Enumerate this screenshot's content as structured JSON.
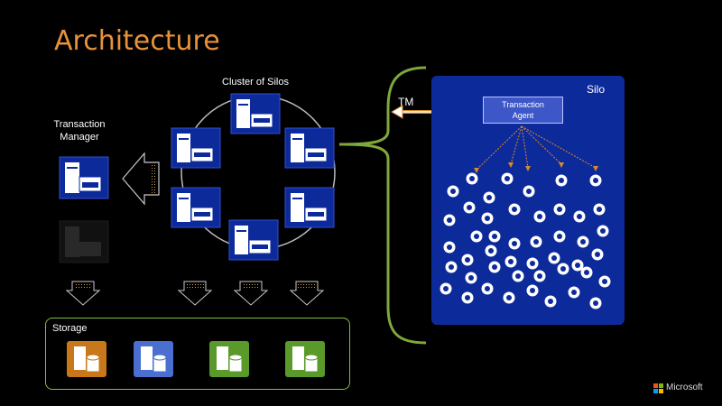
{
  "title": "Architecture",
  "transaction_manager": {
    "label_line1": "Transaction",
    "label_line2": "Manager"
  },
  "cluster": {
    "label": "Cluster of Silos"
  },
  "silo": {
    "label": "Silo",
    "agent_line1": "Transaction",
    "agent_line2": "Agent"
  },
  "tm_link_label": "TM",
  "storage": {
    "label": "Storage"
  },
  "brand": {
    "name": "Microsoft"
  },
  "colors": {
    "title": "#e8923a",
    "silo_blue": "#0d2a9b",
    "storage_border": "#7fbf3f",
    "db_orange": "#c8771a",
    "db_blue": "#4a6fd0",
    "db_green": "#5a9a2a",
    "arrow_orange": "#d98a2a"
  },
  "icons": [
    "server-icon",
    "database-icon",
    "grain-icon",
    "microsoft-logo-icon"
  ]
}
